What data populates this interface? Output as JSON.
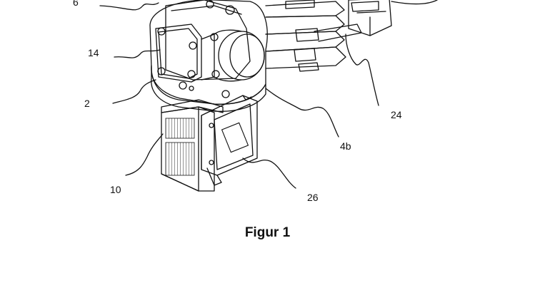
{
  "figure": {
    "caption": "Figur 1",
    "labels": {
      "l6": "6",
      "l14": "14",
      "l2": "2",
      "l10": "10",
      "l26": "26",
      "l4b": "4b",
      "l24": "24"
    }
  }
}
